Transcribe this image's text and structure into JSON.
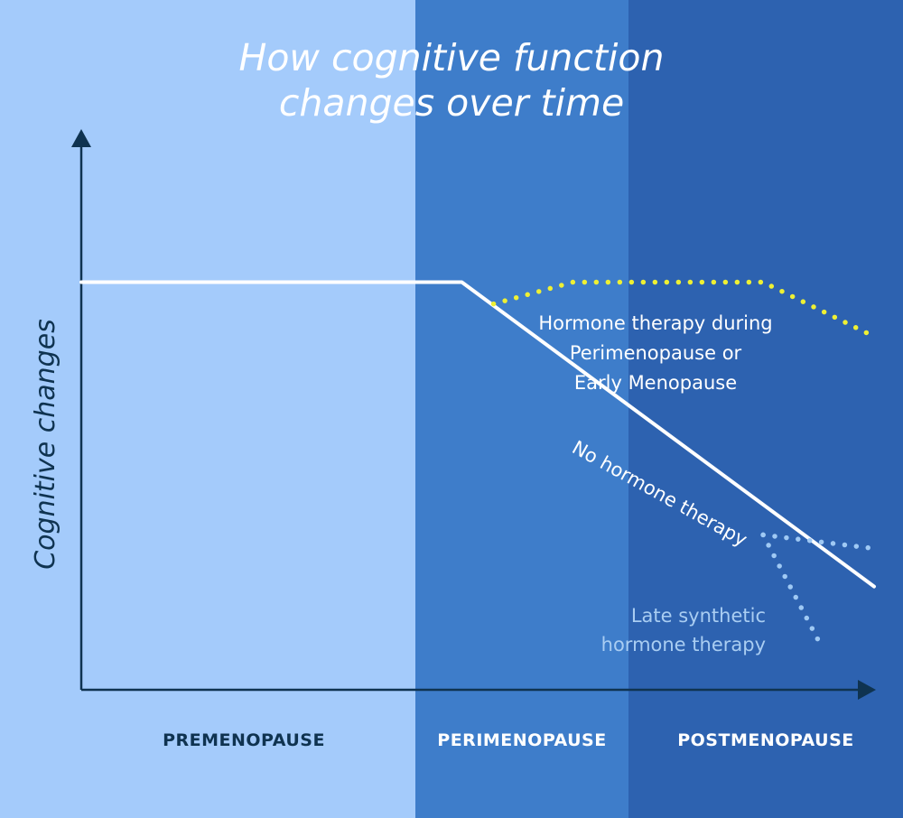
{
  "chart_data": {
    "type": "line",
    "title_lines": [
      "How cognitive function",
      "changes over time"
    ],
    "ylabel": "Cognitive changes",
    "xlabel": "",
    "phases": [
      {
        "label": "PREMENOPAUSE",
        "color": "#a4cbfb",
        "text_color": "#0f3350"
      },
      {
        "label": "PERIMENOPAUSE",
        "color": "#3e7dca",
        "text_color": "#ffffff"
      },
      {
        "label": "POSTMENOPAUSE",
        "color": "#2d62b0",
        "text_color": "#ffffff"
      }
    ],
    "series": [
      {
        "name": "No hormone therapy",
        "color": "#ffffff",
        "style": "solid",
        "x": [
          0,
          0.48,
          1.0
        ],
        "y": [
          0.5,
          0.5,
          -0.62
        ]
      },
      {
        "name": "Hormone therapy during Perimenopause or Early Menopause",
        "color": "#eef034",
        "style": "dotted",
        "x": [
          0.52,
          0.62,
          0.86,
          1.0
        ],
        "y": [
          0.42,
          0.5,
          0.5,
          0.3
        ]
      },
      {
        "name": "Late synthetic hormone therapy",
        "color": "#9fc9f4",
        "style": "dotted",
        "branch": "flat",
        "x": [
          0.86,
          1.0
        ],
        "y": [
          -0.43,
          -0.48
        ]
      },
      {
        "name": "Late synthetic hormone therapy",
        "color": "#9fc9f4",
        "style": "dotted",
        "branch": "steep",
        "x": [
          0.86,
          0.93
        ],
        "y": [
          -0.43,
          -0.82
        ]
      }
    ],
    "annotations": [
      {
        "lines": [
          "Hormone therapy during",
          "Perimenopause or",
          "Early Menopause"
        ],
        "color": "#ffffff"
      },
      {
        "lines": [
          "No hormone therapy"
        ],
        "color": "#ffffff"
      },
      {
        "lines": [
          "Late synthetic",
          "hormone therapy"
        ],
        "color": "#a9cdf2"
      }
    ],
    "axis_color": "#0f3350",
    "xlim": [
      0,
      1
    ],
    "ylim": [
      -1,
      1
    ],
    "grid": false,
    "legend": "none"
  }
}
